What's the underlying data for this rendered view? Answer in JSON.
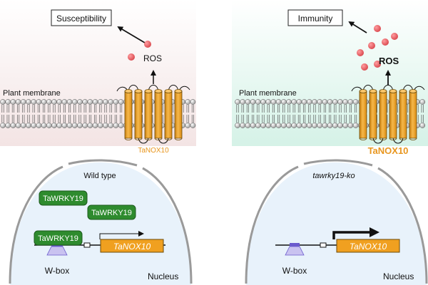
{
  "left": {
    "outcome_label": "Susceptibility",
    "ros_label": "ROS",
    "membrane_label": "Plant membrane",
    "protein_label": "TaNOX10",
    "condition_label": "Wild type",
    "tf_labels": [
      "TaWRKY19",
      "TaWRKY19",
      "TaWRKY19"
    ],
    "promoter_label": "W-box",
    "gene_label": "TaNOX10",
    "compartment_label": "Nucleus"
  },
  "right": {
    "outcome_label": "Immunity",
    "ros_label": "ROS",
    "membrane_label": "Plant membrane",
    "protein_label": "TaNOX10",
    "condition_label": "tawrky19-ko",
    "promoter_label": "W-box",
    "gene_label": "TaNOX10",
    "compartment_label": "Nucleus"
  },
  "colors": {
    "left_bg_top": "#f3e4e4",
    "right_bg_top": "#d5f2e7",
    "nucleus_fill": "#e8f2fb",
    "nucleus_edge": "#9a9a9a",
    "ros": "#e8646a",
    "protein": "#f0a020",
    "protein_edge": "#6b4a08",
    "protein_text": "#e8961e",
    "tf_fill": "#2e8b2e",
    "gene_fill": "#f0a020",
    "wbox": "#6a5acd"
  }
}
